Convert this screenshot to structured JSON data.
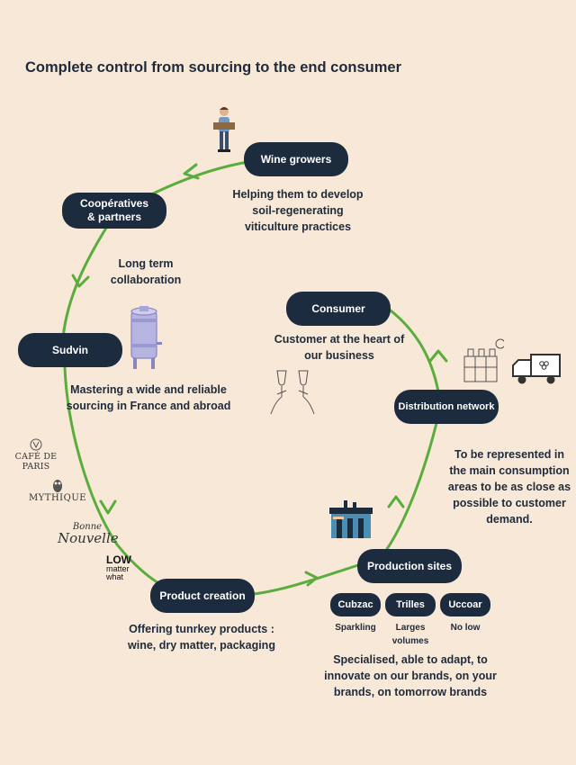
{
  "title": "Complete control from sourcing to the end consumer",
  "nodes": {
    "wine_growers": "Wine growers",
    "cooperatives": "Coopératives\n& partners",
    "sudvin": "Sudvin",
    "product_creation": "Product creation",
    "production_sites": "Production sites",
    "distribution": "Distribution network",
    "consumer": "Consumer"
  },
  "descriptions": {
    "wine_growers": "Helping them to develop soil-regenerating viticulture practices",
    "cooperatives": "Long term collaboration",
    "sudvin": "Mastering a wide and reliable sourcing in France and abroad",
    "product_creation": "Offering tunrkey products : wine, dry matter, packaging",
    "production_sites": "Specialised, able to adapt, to innovate on our brands, on your brands, on tomorrow brands",
    "distribution": "To be represented in the main consumption areas to be as close as possible to customer demand.",
    "consumer": "Customer at the heart of our business"
  },
  "sites": [
    {
      "name": "Cubzac",
      "label": "Sparkling"
    },
    {
      "name": "Trilles",
      "label": "Larges volumes"
    },
    {
      "name": "Uccoar",
      "label": "No low"
    }
  ],
  "brands": {
    "cafe_de_paris": "CAFÉ DE PARIS",
    "mythique": "MYTHIQUE",
    "bonne_nouvelle_1": "Bonne",
    "bonne_nouvelle_2": "Nouvelle",
    "low_matter_what_1": "LOW",
    "low_matter_what_2": "matter",
    "low_matter_what_3": "what"
  },
  "colors": {
    "background": "#f7e8d8",
    "pill": "#1d2b3e",
    "arrow": "#5aad3c",
    "text": "#1f2b3a"
  },
  "icons": [
    "farmer-icon",
    "wine-vat-icon",
    "toasting-glasses-icon",
    "factory-icon",
    "warehouse-icon",
    "delivery-truck-icon"
  ]
}
